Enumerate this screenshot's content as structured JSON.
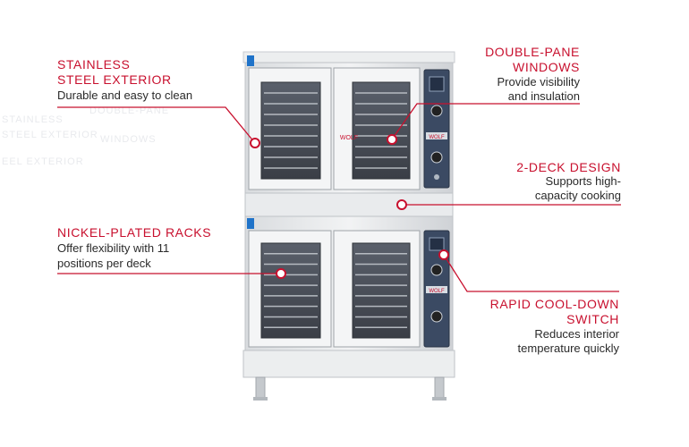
{
  "callouts": {
    "stainless": {
      "title_1": "STAINLESS",
      "title_2": "STEEL EXTERIOR",
      "desc": "Durable and easy to clean"
    },
    "windows": {
      "title_1": "DOUBLE-PANE",
      "title_2": "WINDOWS",
      "desc_1": "Provide visibility",
      "desc_2": "and insulation"
    },
    "deck": {
      "title": "2-DECK DESIGN",
      "desc_1": "Supports high-",
      "desc_2": "capacity cooking"
    },
    "racks": {
      "title": "NICKEL-PLATED RACKS",
      "desc_1": "Offer flexibility with 11",
      "desc_2": "positions per deck"
    },
    "cooldown": {
      "title_1": "RAPID COOL-DOWN",
      "title_2": "SWITCH",
      "desc_1": "Reduces interior",
      "desc_2": "temperature quickly"
    }
  },
  "brand": {
    "logo": "WOLF"
  },
  "colors": {
    "accent": "#c8102e",
    "steel": "#e4e6e8",
    "panel": "#3b4a63",
    "glass": "#4a505a"
  }
}
